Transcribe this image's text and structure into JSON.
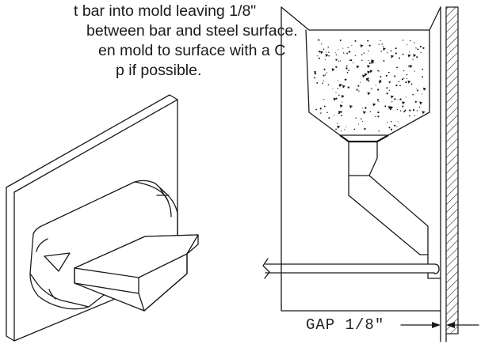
{
  "instructions": {
    "lines": [
      "t bar into mold leaving 1/8\"",
      "between bar and steel surface.",
      "en mold to surface with a C",
      "p if  possible."
    ]
  },
  "cross_section": {
    "gap_label": "GAP  1/8\""
  }
}
